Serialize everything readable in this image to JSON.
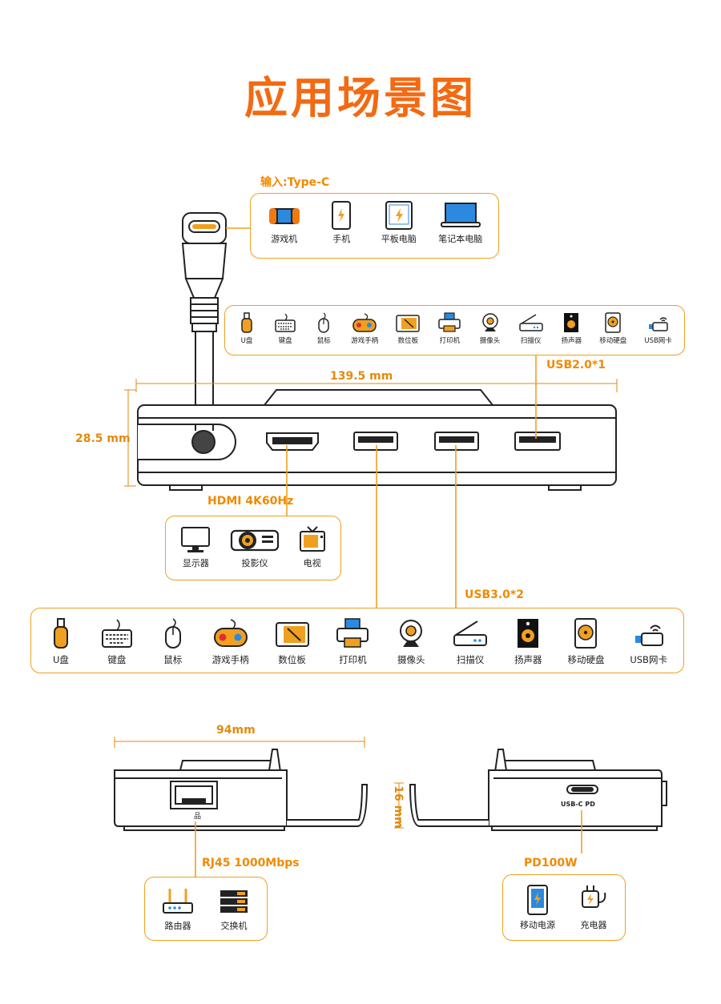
{
  "title": "应用场景图",
  "dimensions": {
    "width": "139.5 mm",
    "height": "28.5 mm",
    "side_width": "94mm",
    "side_height": "16 mm"
  },
  "input": {
    "label": "输入:Type-C",
    "items": [
      {
        "label": "游戏机",
        "icon": "game-console-icon"
      },
      {
        "label": "手机",
        "icon": "phone-icon"
      },
      {
        "label": "平板电脑",
        "icon": "tablet-icon"
      },
      {
        "label": "笔记本电脑",
        "icon": "laptop-icon"
      }
    ]
  },
  "usb2": {
    "label": "USB2.0*1",
    "items": [
      {
        "label": "U盘"
      },
      {
        "label": "键盘"
      },
      {
        "label": "鼠标"
      },
      {
        "label": "游戏手柄"
      },
      {
        "label": "数位板"
      },
      {
        "label": "打印机"
      },
      {
        "label": "摄像头"
      },
      {
        "label": "扫描仪"
      },
      {
        "label": "扬声器"
      },
      {
        "label": "移动硬盘"
      },
      {
        "label": "USB网卡"
      }
    ]
  },
  "hdmi": {
    "label": "HDMI 4K60Hz",
    "items": [
      {
        "label": "显示器"
      },
      {
        "label": "投影仪"
      },
      {
        "label": "电视"
      }
    ]
  },
  "usb3": {
    "label": "USB3.0*2",
    "items": [
      {
        "label": "U盘"
      },
      {
        "label": "键盘"
      },
      {
        "label": "鼠标"
      },
      {
        "label": "游戏手柄"
      },
      {
        "label": "数位板"
      },
      {
        "label": "打印机"
      },
      {
        "label": "摄像头"
      },
      {
        "label": "扫描仪"
      },
      {
        "label": "扬声器"
      },
      {
        "label": "移动硬盘"
      },
      {
        "label": "USB网卡"
      }
    ]
  },
  "rj45": {
    "label": "RJ45 1000Mbps",
    "items": [
      {
        "label": "路由器"
      },
      {
        "label": "交换机"
      }
    ]
  },
  "pd": {
    "label": "PD100W",
    "port_label": "USB-C PD",
    "items": [
      {
        "label": "移动电源"
      },
      {
        "label": "充电器"
      }
    ]
  },
  "colors": {
    "accent": "#f26a12",
    "box_border": "#f0a020",
    "icon_orange": "#f0a020",
    "icon_blue": "#2b8ae0"
  }
}
